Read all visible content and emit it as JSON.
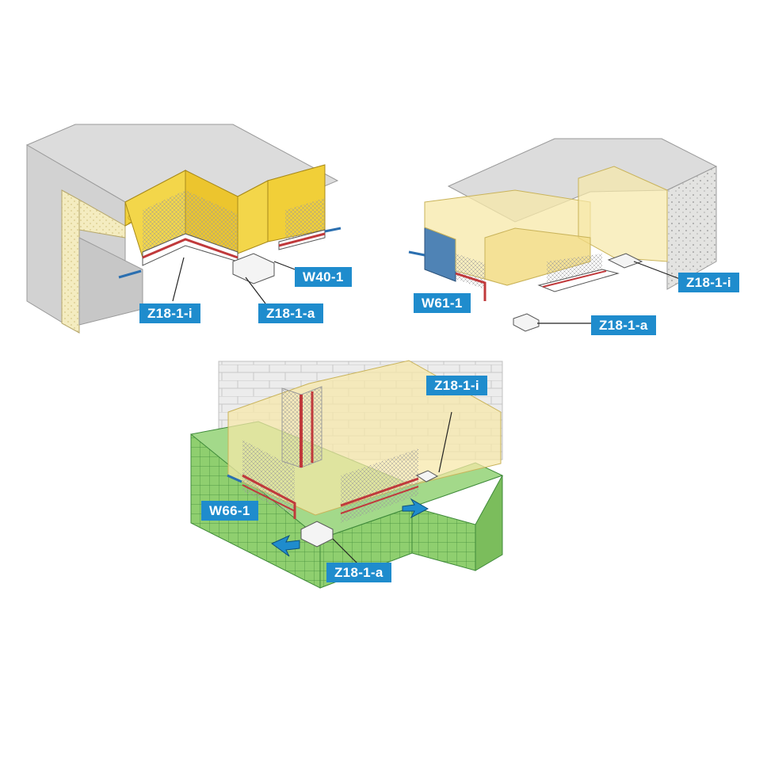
{
  "panels": [
    {
      "id": "top-left",
      "labels": {
        "profile": "W40-1",
        "inner_corner": "Z18-1-i",
        "outer_corner": "Z18-1-a"
      }
    },
    {
      "id": "top-right",
      "labels": {
        "profile": "W61-1",
        "inner_corner": "Z18-1-i",
        "outer_corner": "Z18-1-a"
      }
    },
    {
      "id": "bottom",
      "labels": {
        "profile": "W66-1",
        "inner_corner": "Z18-1-i",
        "outer_corner": "Z18-1-a"
      }
    }
  ],
  "colors": {
    "plaster": "#dcdcdc",
    "insulation_yellow": "#f2d23c",
    "translucent_cream": "#f7e8a8",
    "tile_green": "#8fcf6f",
    "concrete": "#e3e3e1",
    "profile_red": "#c0393b",
    "callout_blue": "#1f8ccd"
  }
}
